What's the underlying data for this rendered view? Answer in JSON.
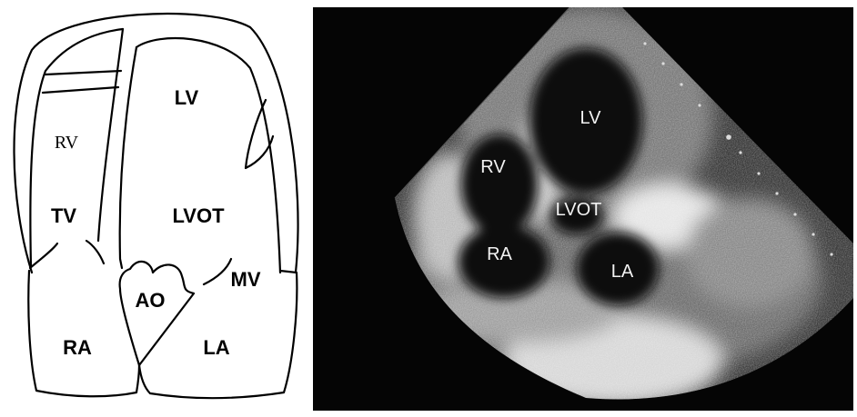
{
  "schematic": {
    "labels": {
      "lv": "LV",
      "rv": "RV",
      "tv": "TV",
      "lvot": "LVOT",
      "mv": "MV",
      "ao": "AO",
      "ra": "RA",
      "la": "LA"
    }
  },
  "echo": {
    "labels": {
      "lv": "LV",
      "rv": "RV",
      "lvot": "LVOT",
      "ra": "RA",
      "la": "LA"
    }
  },
  "colors": {
    "line": "#000000",
    "background": "#ffffff",
    "echo_background": "#050505",
    "echo_text": "#f2f2f2"
  }
}
